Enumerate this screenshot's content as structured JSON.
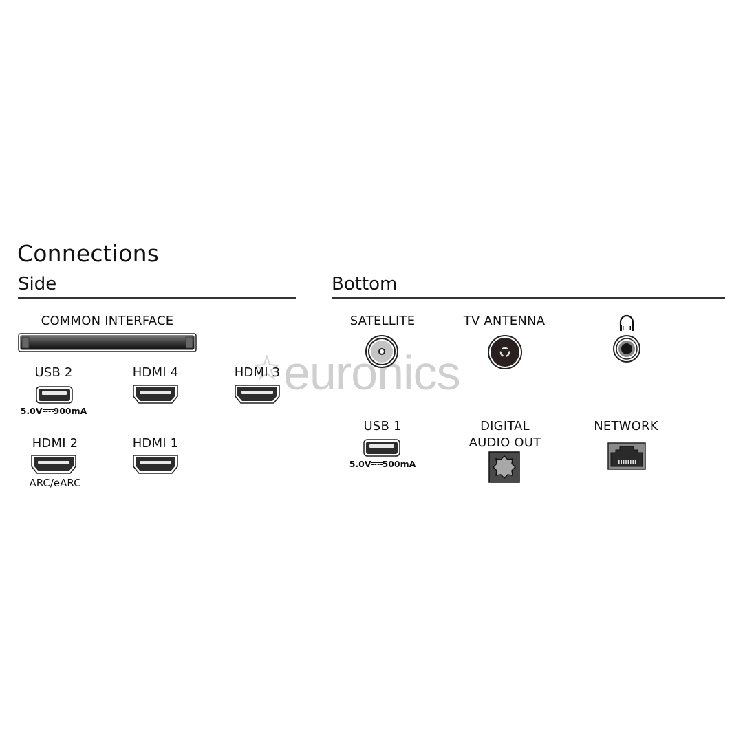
{
  "title": "Connections",
  "watermark": "euronics",
  "sections": {
    "side": {
      "heading": "Side",
      "ports": {
        "common_interface": {
          "label": "COMMON INTERFACE",
          "icon": "ci-slot-icon"
        },
        "usb2": {
          "label": "USB 2",
          "spec": "5.0V⎓900mA",
          "spec_text": "5.0V",
          "spec_current": "900mA",
          "icon": "usb-port-icon"
        },
        "hdmi4": {
          "label": "HDMI 4",
          "icon": "hdmi-port-icon"
        },
        "hdmi3": {
          "label": "HDMI 3",
          "icon": "hdmi-port-icon"
        },
        "hdmi2": {
          "label": "HDMI 2",
          "note": "ARC/eARC",
          "icon": "hdmi-port-icon"
        },
        "hdmi1": {
          "label": "HDMI 1",
          "icon": "hdmi-port-icon"
        }
      }
    },
    "bottom": {
      "heading": "Bottom",
      "ports": {
        "satellite": {
          "label": "SATELLITE",
          "icon": "satellite-connector-icon"
        },
        "tv_antenna": {
          "label": "TV ANTENNA",
          "icon": "antenna-connector-icon"
        },
        "headphone": {
          "label": "",
          "icon": "headphone-icon"
        },
        "usb1": {
          "label": "USB 1",
          "spec_text": "5.0V",
          "spec_current": "500mA",
          "icon": "usb-port-icon"
        },
        "digital_audio_out": {
          "label_line1": "DIGITAL",
          "label_line2": "AUDIO OUT",
          "icon": "optical-port-icon"
        },
        "network": {
          "label": "NETWORK",
          "icon": "ethernet-port-icon"
        }
      }
    }
  },
  "colors": {
    "background": "#ffffff",
    "text": "#111111",
    "rule": "#333333",
    "port_dark": "#2a2a2a",
    "port_gray": "#8a8a8a",
    "watermark": "#cfcfcf"
  }
}
